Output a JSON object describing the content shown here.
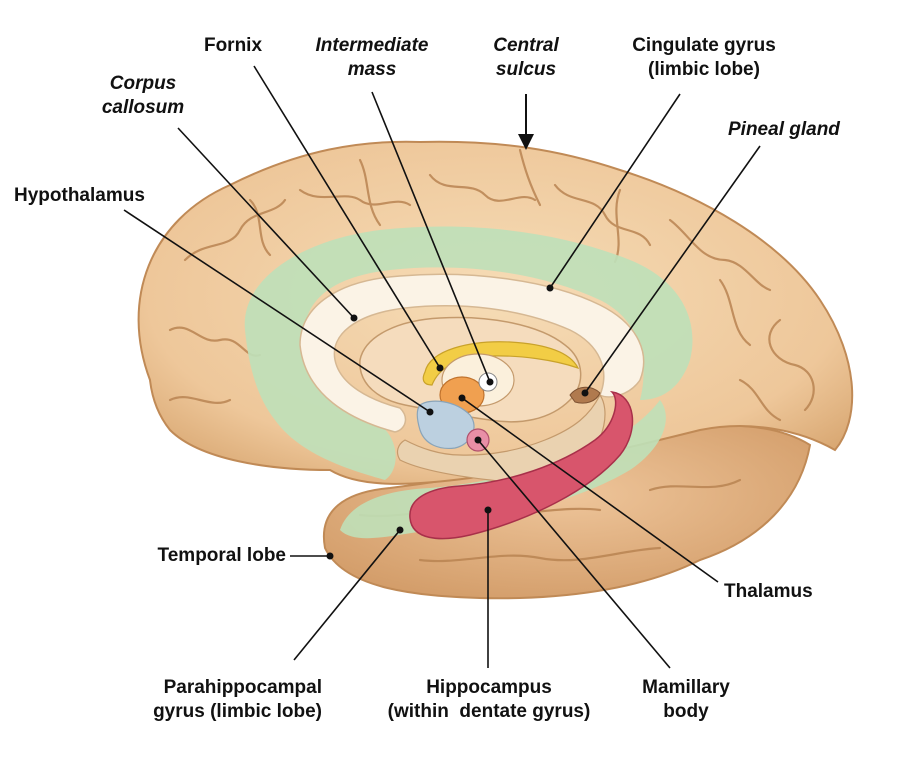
{
  "labels": {
    "fornix": "Fornix",
    "intermediate_mass": [
      "Intermediate",
      "mass"
    ],
    "central_sulcus": [
      "Central",
      "sulcus"
    ],
    "cingulate_gyrus": [
      "Cingulate gyrus",
      "(limbic lobe)"
    ],
    "corpus_callosum": [
      "Corpus",
      "callosum"
    ],
    "pineal_gland": "Pineal gland",
    "hypothalamus": "Hypothalamus",
    "temporal_lobe": "Temporal lobe",
    "thalamus": "Thalamus",
    "parahippocampal_gyrus": [
      "Parahippocampal",
      "gyrus (limbic lobe)"
    ],
    "hippocampus": [
      "Hippocampus",
      "(within  dentate gyrus)"
    ],
    "mamillary_body": [
      "Mamillary",
      "body"
    ]
  },
  "colors": {
    "cortex": "#f2d2a8",
    "cortex_shadow": "#d9a873",
    "sulcus_line": "#b98452",
    "limbic_green": "#bfe0b8",
    "corpus_callosum": "#fbf3e6",
    "fornix": "#f2cd45",
    "thalamus": "#f0a050",
    "hypothalamus": "#bcd0e0",
    "hippocampus": "#d8556c",
    "mamillary": "#e88fa6",
    "leader": "#111111"
  }
}
